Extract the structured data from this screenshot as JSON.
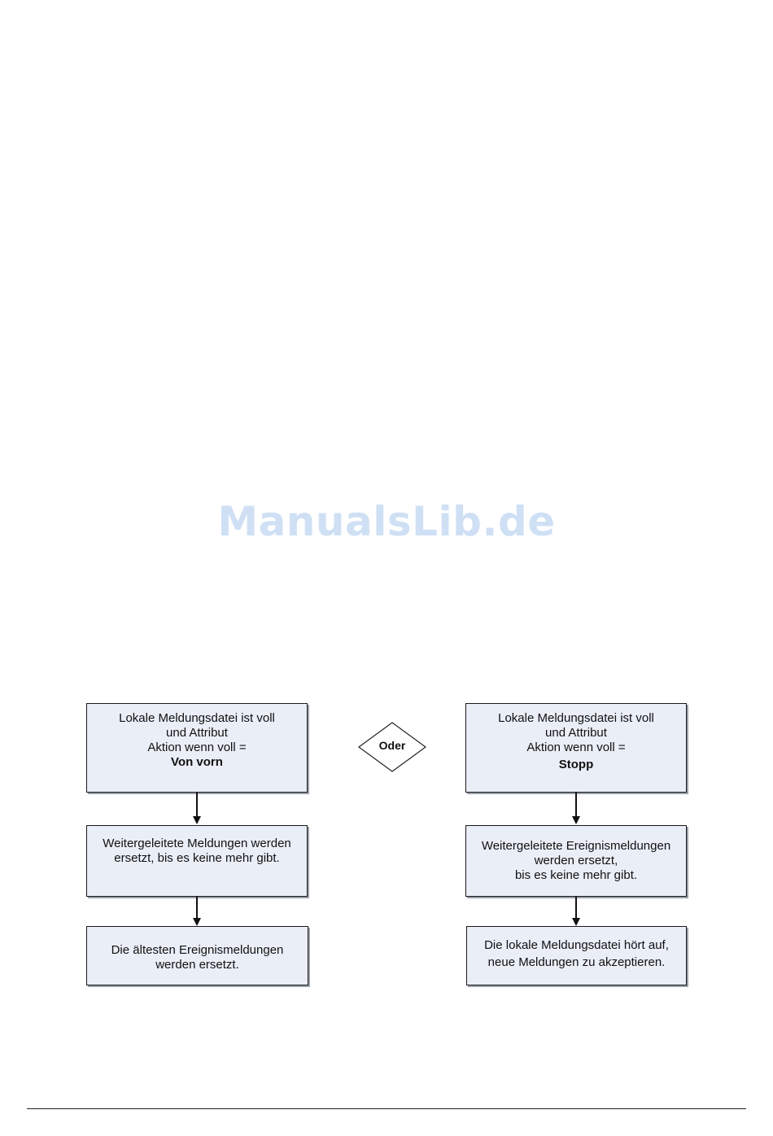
{
  "watermark": "ManualsLib.de",
  "decision_label": "Oder",
  "left_column": {
    "box1": [
      "Lokale Meldungsdatei ist voll",
      "und Attribut",
      "Aktion wenn voll ="
    ],
    "box1_value": "Von vorn",
    "box2": [
      "Weitergeleitete Meldungen werden",
      "ersetzt, bis es keine mehr gibt."
    ],
    "box3": [
      "Die ältesten Ereignismeldungen",
      "werden ersetzt."
    ]
  },
  "right_column": {
    "box1": [
      "Lokale Meldungsdatei ist voll",
      "und Attribut",
      "Aktion wenn voll ="
    ],
    "box1_value": "Stopp",
    "box2": [
      "Weitergeleitete Ereignismeldungen",
      "werden ersetzt,",
      "bis es keine mehr gibt."
    ],
    "box3": [
      "Die lokale Meldungsdatei hört auf,",
      "neue Meldungen zu akzeptieren."
    ]
  }
}
